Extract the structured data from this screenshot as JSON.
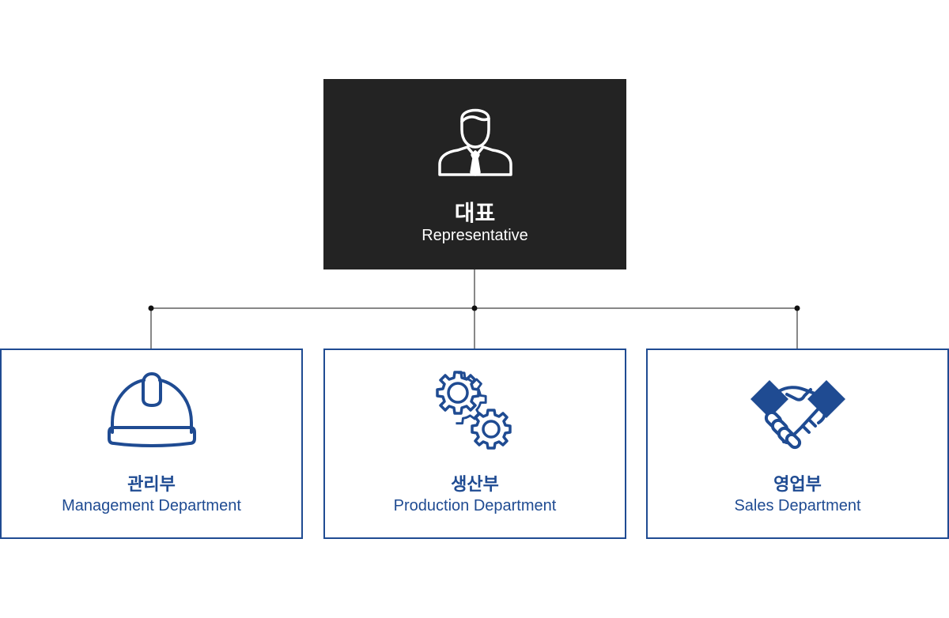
{
  "representative": {
    "title_ko": "대표",
    "title_en": "Representative",
    "icon": "businessman-icon"
  },
  "departments": [
    {
      "title_ko": "관리부",
      "title_en": "Management Department",
      "icon": "hard-hat-icon"
    },
    {
      "title_ko": "생산부",
      "title_en": "Production Department",
      "icon": "gears-icon"
    },
    {
      "title_ko": "영업부",
      "title_en": "Sales Department",
      "icon": "handshake-icon"
    }
  ],
  "colors": {
    "top_box": "#232323",
    "accent": "#1f4b92",
    "connector": "#111111"
  }
}
